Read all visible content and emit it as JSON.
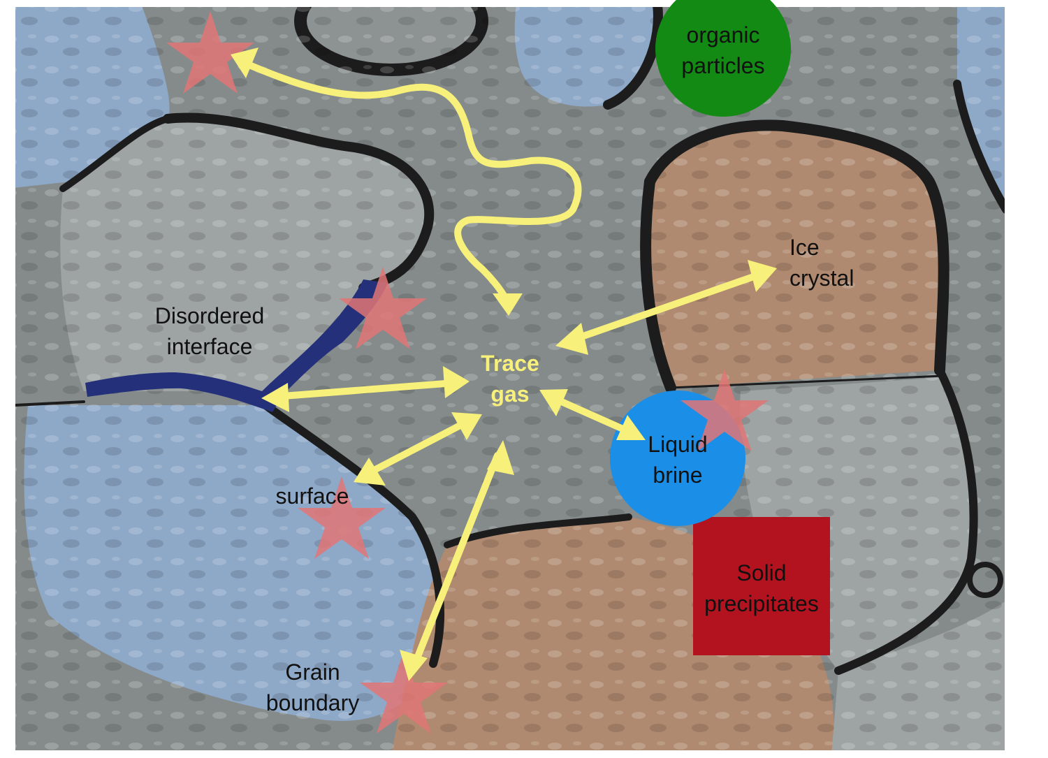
{
  "labels": {
    "organic_particles": "organic\nparticles",
    "ice_crystal": "Ice\ncrystal",
    "disordered_interface": "Disordered\ninterface",
    "trace_gas": "Trace\ngas",
    "liquid_brine": "Liquid\nbrine",
    "surface": "surface",
    "solid_precipitates": "Solid\nprecipitates",
    "grain_boundary": "Grain\nboundary"
  },
  "colors": {
    "arrow": "#f7f07a",
    "star": "#e07575",
    "organic_circle": "#138a14",
    "brine_circle": "#1b8fe8",
    "precipitate_square": "#b3131f",
    "interface_band": "#24307a",
    "ice_blue": "#8ea8c8",
    "ice_grey": "#9ea3a3",
    "ice_brown": "#b08a70",
    "gap_grey": "#858b8b",
    "boundary_dark": "#1c1c1c"
  }
}
